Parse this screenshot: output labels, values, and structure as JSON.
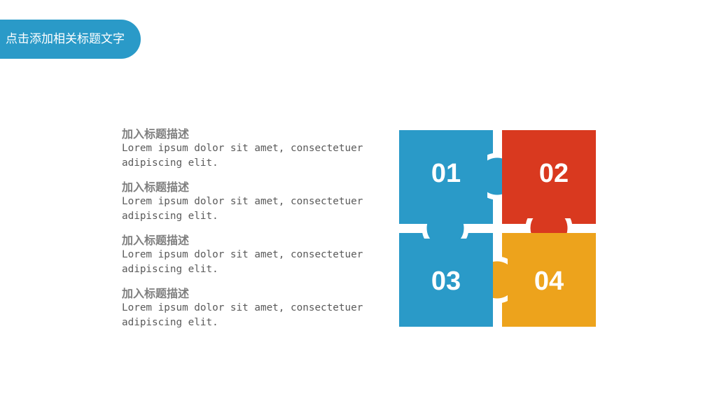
{
  "header": {
    "title": "点击添加相关标题文字"
  },
  "items": [
    {
      "heading": "加入标题描述",
      "body": "Lorem ipsum dolor sit amet, consectetuer adipiscing elit."
    },
    {
      "heading": "加入标题描述",
      "body": "Lorem ipsum dolor sit amet, consectetuer adipiscing elit."
    },
    {
      "heading": "加入标题描述",
      "body": "Lorem ipsum dolor sit amet, consectetuer adipiscing elit."
    },
    {
      "heading": "加入标题描述",
      "body": "Lorem ipsum dolor sit amet, consectetuer adipiscing elit."
    }
  ],
  "puzzle": {
    "pieces": [
      {
        "number": "01",
        "color": "#2a9ac8"
      },
      {
        "number": "02",
        "color": "#d9391f"
      },
      {
        "number": "03",
        "color": "#2a9ac8"
      },
      {
        "number": "04",
        "color": "#eda31c"
      }
    ]
  },
  "colors": {
    "accent": "#2a9ac8",
    "heading_text": "#7f7f7f",
    "body_text": "#5a5a5a"
  }
}
